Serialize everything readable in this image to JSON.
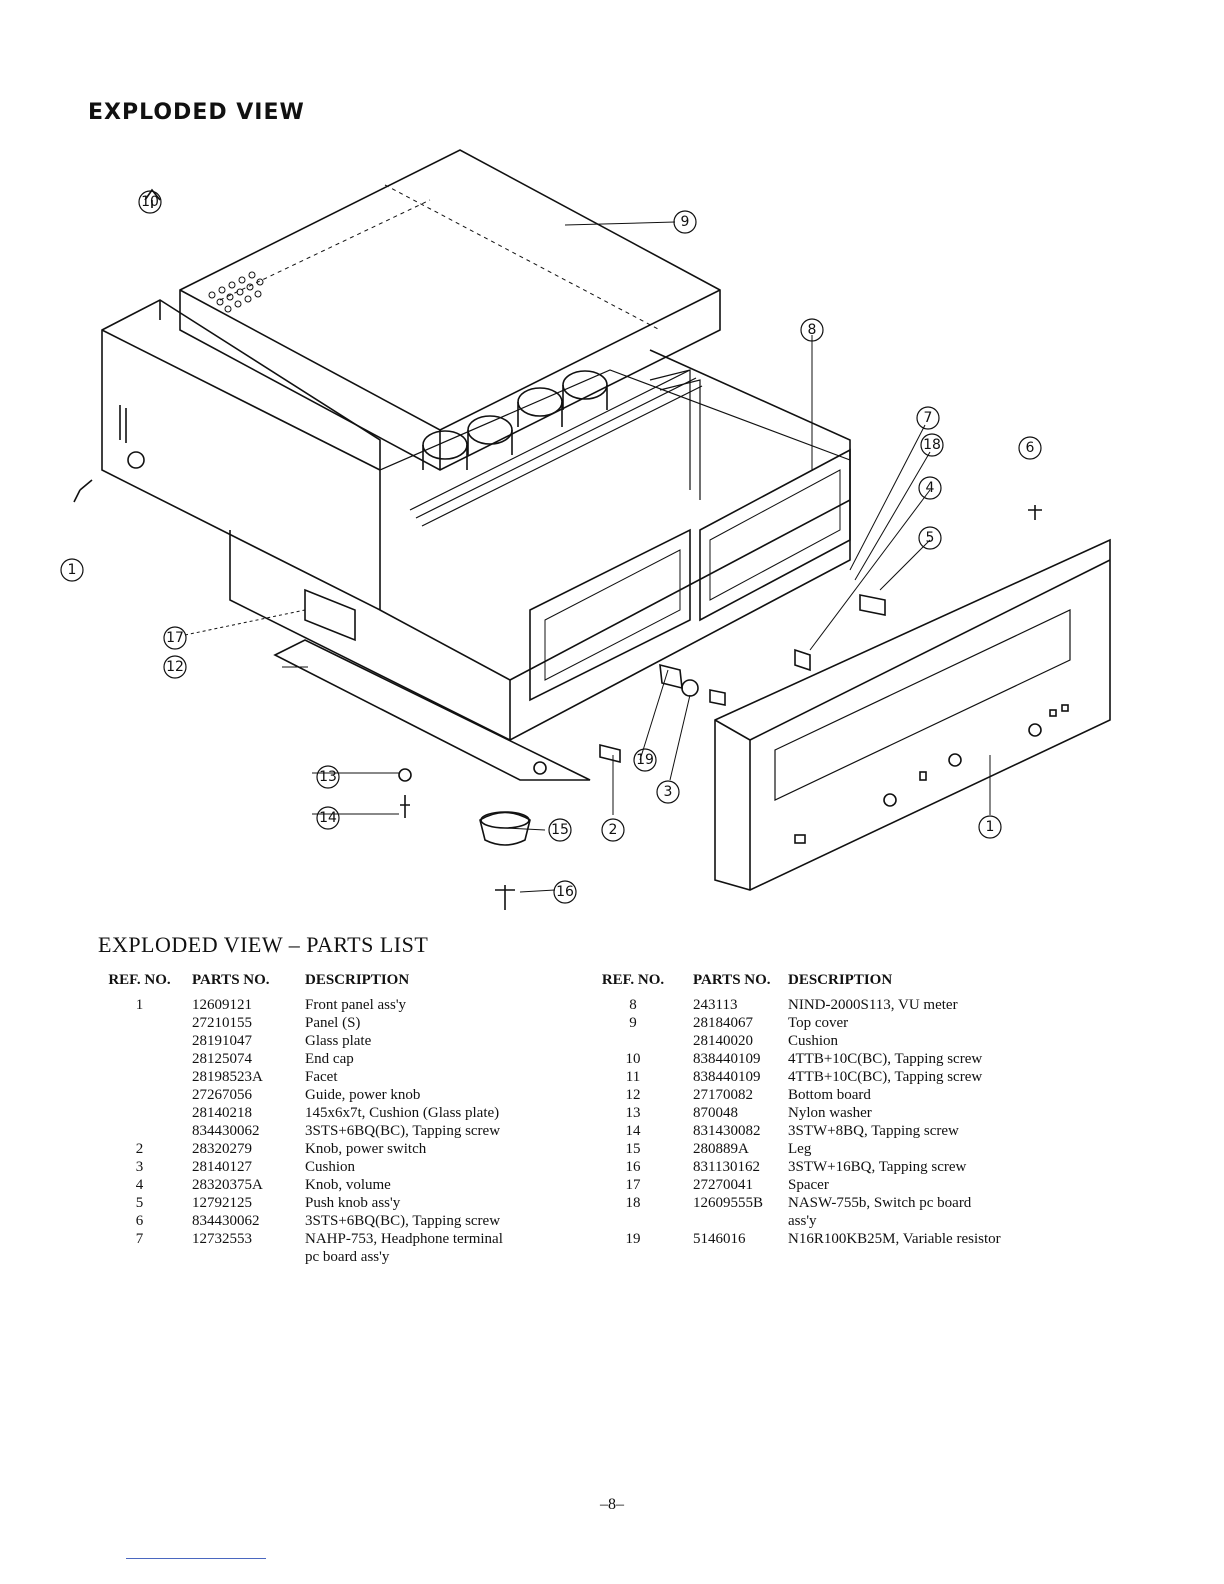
{
  "header": {
    "title": "EXPLODED VIEW"
  },
  "diagram": {
    "callouts": [
      "1",
      "2",
      "3",
      "4",
      "5",
      "6",
      "7",
      "8",
      "9",
      "10",
      "12",
      "13",
      "14",
      "15",
      "16",
      "17",
      "18",
      "19",
      "1"
    ]
  },
  "parts_list": {
    "title": "EXPLODED VIEW – PARTS LIST",
    "headers": {
      "ref": "REF. NO.",
      "part": "PARTS NO.",
      "desc": "DESCRIPTION"
    },
    "left": [
      {
        "ref": "1",
        "part": "12609121",
        "desc": "Front panel ass'y"
      },
      {
        "ref": "",
        "part": "27210155",
        "desc": "Panel (S)"
      },
      {
        "ref": "",
        "part": "28191047",
        "desc": "Glass plate"
      },
      {
        "ref": "",
        "part": "28125074",
        "desc": "End cap"
      },
      {
        "ref": "",
        "part": "28198523A",
        "desc": "Facet"
      },
      {
        "ref": "",
        "part": "27267056",
        "desc": "Guide, power knob"
      },
      {
        "ref": "",
        "part": "28140218",
        "desc": "145x6x7t, Cushion (Glass plate)"
      },
      {
        "ref": "",
        "part": "834430062",
        "desc": "3STS+6BQ(BC), Tapping screw"
      },
      {
        "ref": "2",
        "part": "28320279",
        "desc": "Knob, power switch"
      },
      {
        "ref": "3",
        "part": "28140127",
        "desc": "Cushion"
      },
      {
        "ref": "4",
        "part": "28320375A",
        "desc": "Knob, volume"
      },
      {
        "ref": "5",
        "part": "12792125",
        "desc": "Push knob ass'y"
      },
      {
        "ref": "6",
        "part": "834430062",
        "desc": "3STS+6BQ(BC), Tapping screw"
      },
      {
        "ref": "7",
        "part": "12732553",
        "desc": "NAHP-753, Headphone terminal"
      },
      {
        "ref": "",
        "part": "",
        "desc": "pc board ass'y"
      }
    ],
    "right": [
      {
        "ref": "8",
        "part": "243113",
        "desc": "NIND-2000S113, VU meter"
      },
      {
        "ref": "9",
        "part": "28184067",
        "desc": "Top cover"
      },
      {
        "ref": "",
        "part": "28140020",
        "desc": "Cushion"
      },
      {
        "ref": "10",
        "part": "838440109",
        "desc": "4TTB+10C(BC), Tapping screw"
      },
      {
        "ref": "11",
        "part": "838440109",
        "desc": "4TTB+10C(BC), Tapping screw"
      },
      {
        "ref": "12",
        "part": "27170082",
        "desc": "Bottom board"
      },
      {
        "ref": "13",
        "part": "870048",
        "desc": "Nylon washer"
      },
      {
        "ref": "14",
        "part": "831430082",
        "desc": "3STW+8BQ, Tapping screw"
      },
      {
        "ref": "15",
        "part": "280889A",
        "desc": "Leg"
      },
      {
        "ref": "16",
        "part": "831130162",
        "desc": "3STW+16BQ, Tapping screw"
      },
      {
        "ref": "17",
        "part": "27270041",
        "desc": "Spacer"
      },
      {
        "ref": "18",
        "part": "12609555B",
        "desc": "NASW-755b, Switch pc board"
      },
      {
        "ref": "",
        "part": "",
        "desc": "ass'y"
      },
      {
        "ref": "19",
        "part": "5146016",
        "desc": "N16R100KB25M, Variable resistor"
      }
    ]
  },
  "footer": {
    "page_number": "–8–"
  }
}
